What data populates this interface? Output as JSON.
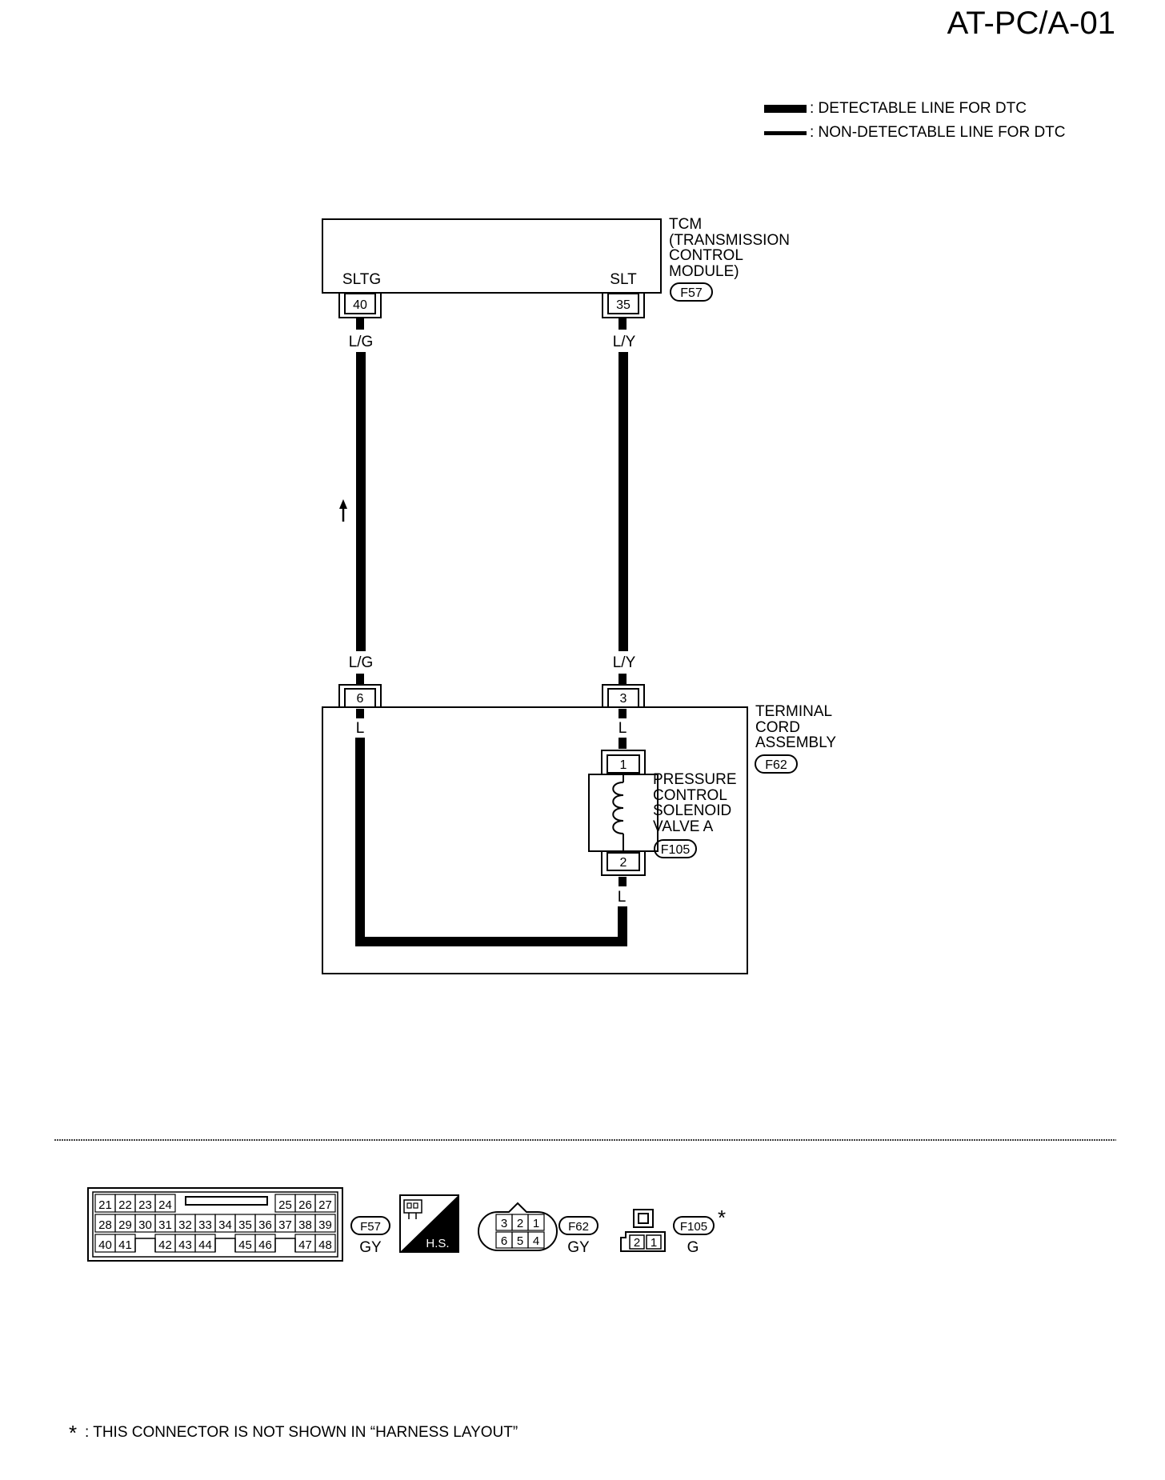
{
  "page_title": "AT-PC/A-01",
  "legend": [
    {
      "line": "detectable",
      "text": ": DETECTABLE LINE FOR DTC"
    },
    {
      "line": "non-detectable",
      "text": ": NON-DETECTABLE LINE FOR DTC"
    }
  ],
  "tcm": {
    "label_lines": [
      "TCM",
      "(TRANSMISSION",
      "CONTROL",
      "MODULE)"
    ],
    "connector": "F57",
    "terminals": [
      {
        "name": "SLTG",
        "pin": "40",
        "wire": "L/G"
      },
      {
        "name": "SLT",
        "pin": "35",
        "wire": "L/Y"
      }
    ]
  },
  "terminal_cord": {
    "label_lines": [
      "TERMINAL",
      "CORD",
      "ASSEMBLY"
    ],
    "connector": "F62",
    "pins": [
      {
        "pin": "6",
        "wire_outside": "L/G",
        "wire_inside": "L"
      },
      {
        "pin": "3",
        "wire_outside": "L/Y",
        "wire_inside": "L"
      }
    ]
  },
  "solenoid": {
    "label_lines": [
      "PRESSURE",
      "CONTROL",
      "SOLENOID",
      "VALVE A"
    ],
    "connector": "F105",
    "pin_top": "1",
    "pin_bottom": "2",
    "wire_bottom": "L"
  },
  "connector_views": {
    "f57": {
      "id": "F57",
      "color": "GY",
      "row1": [
        "21",
        "22",
        "23",
        "24",
        "25",
        "26",
        "27"
      ],
      "row2": [
        "28",
        "29",
        "30",
        "31",
        "32",
        "33",
        "34",
        "35",
        "36",
        "37",
        "38",
        "39"
      ],
      "row3": [
        "40",
        "41",
        "42",
        "43",
        "44",
        "45",
        "46",
        "47",
        "48"
      ]
    },
    "hs_label": "H.S.",
    "f62": {
      "id": "F62",
      "color": "GY",
      "top": [
        "3",
        "2",
        "1"
      ],
      "bottom": [
        "6",
        "5",
        "4"
      ]
    },
    "f105": {
      "id": "F105",
      "color": "G",
      "pins": [
        "2",
        "1"
      ],
      "marker": "*"
    }
  },
  "footnote": {
    "marker": "*",
    "text": ": THIS CONNECTOR IS NOT SHOWN IN “HARNESS LAYOUT”"
  }
}
